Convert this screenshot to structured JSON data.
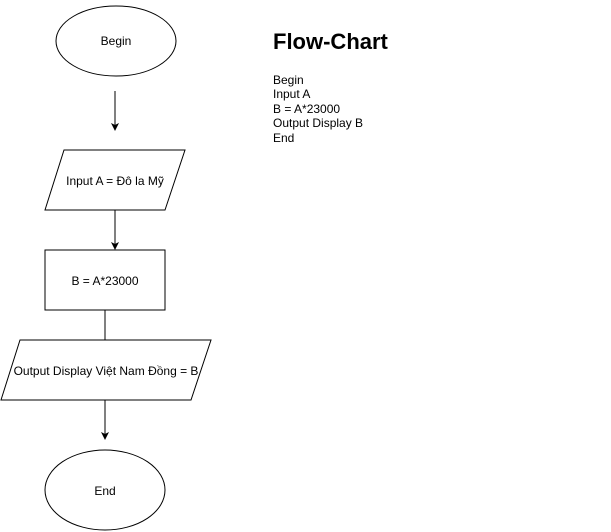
{
  "diagram": {
    "nodes": {
      "begin": "Begin",
      "input": "Input A = Đô la Mỹ",
      "process": "B = A*23000",
      "output": "Output Display Việt Nam Đồng = B",
      "end": "End"
    }
  },
  "description": {
    "title": "Flow-Chart",
    "steps": [
      "Begin",
      "Input A",
      "B = A*23000",
      "Output Display B",
      "End"
    ]
  }
}
